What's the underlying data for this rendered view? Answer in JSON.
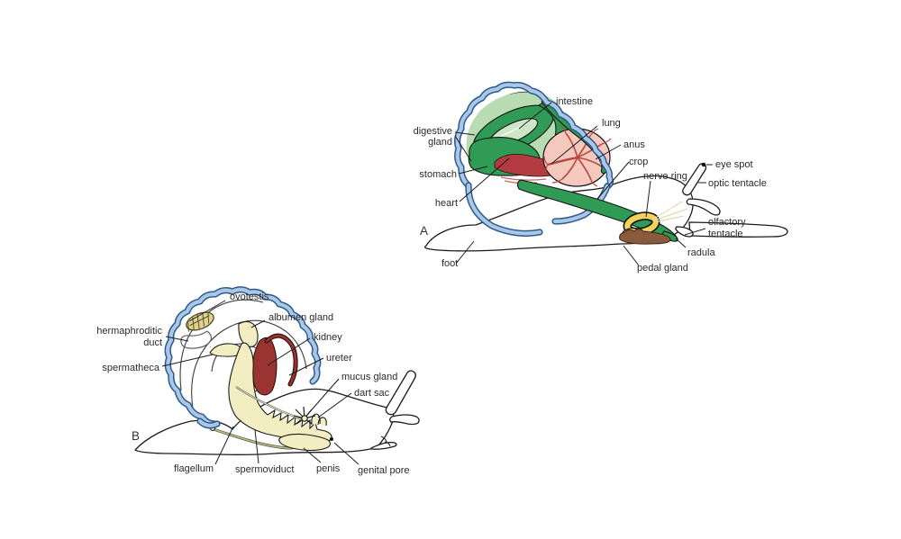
{
  "figure": {
    "panel_a": {
      "letter": "A",
      "labels": {
        "intestine": "intestine",
        "lung": "lung",
        "digestive_gland_1": "digestive",
        "digestive_gland_2": "gland",
        "stomach": "stomach",
        "heart": "heart",
        "anus": "anus",
        "crop": "crop",
        "nerve_ring": "nerve ring",
        "eye_spot": "eye spot",
        "optic_tentacle": "optic tentacle",
        "olfactory_tentacle_1": "olfactory",
        "olfactory_tentacle_2": "tentacle",
        "radula": "radula",
        "pedal_gland": "pedal gland",
        "foot": "foot"
      }
    },
    "panel_b": {
      "letter": "B",
      "labels": {
        "ovotestis": "ovotestis",
        "albumen_gland": "albumen gland",
        "hermaphroditic_duct_1": "hermaphroditic",
        "hermaphroditic_duct_2": "duct",
        "spermatheca": "spermatheca",
        "kidney": "kidney",
        "ureter": "ureter",
        "mucus_gland": "mucus gland",
        "dart_sac": "dart sac",
        "flagellum": "flagellum",
        "spermoviduct": "spermoviduct",
        "penis": "penis",
        "genital_pore": "genital pore"
      }
    },
    "palette": {
      "background": "#ffffff",
      "outline": "#1c1c1c",
      "shell_blue_edge": "#2d5a8e",
      "shell_blue_fill": "#aac7e6",
      "organ_green": "#2f9b55",
      "organ_green_light": "#b9dcb2",
      "heart_red": "#b23a40",
      "lung_pink": "#f4c8bd",
      "lung_vein_red": "#b5473f",
      "nerve_yellow": "#f2d45c",
      "pedal_gland_brown": "#8a5a3d",
      "kidney_red": "#9a3430",
      "gland_cream": "#f3edc2"
    }
  }
}
